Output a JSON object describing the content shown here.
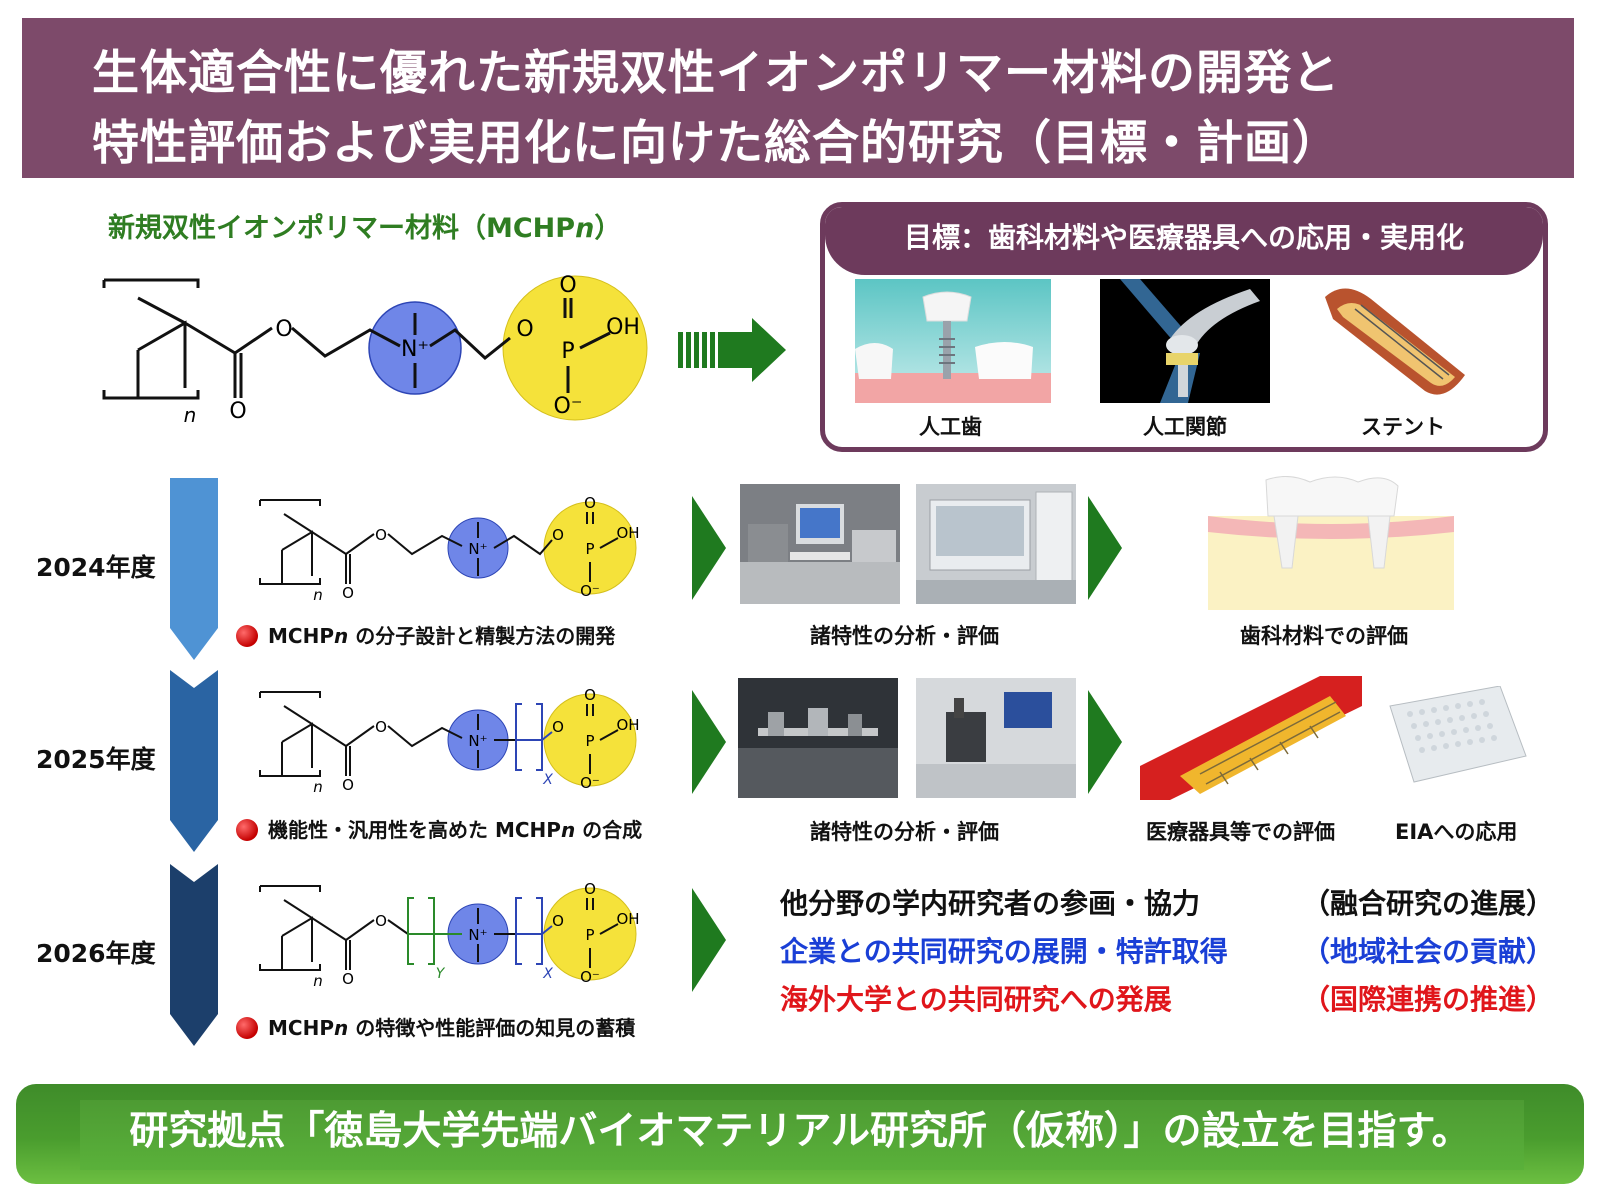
{
  "header": {
    "line1": "生体適合性に優れた新規双性イオンポリマー材料の開発と",
    "line2": "特性評価および実用化に向けた総合的研究（目標・計画）"
  },
  "material": {
    "title_prefix": "新規双性イオンポリマー材料（MCHP",
    "title_n": "n",
    "title_suffix": "）"
  },
  "structure_labels": {
    "n": "n",
    "o": "O",
    "nplus": "N⁺",
    "p": "P",
    "oh": "OH",
    "ominus": "O⁻",
    "x": "X",
    "y": "Y"
  },
  "goal": {
    "heading": "目標：歯科材料や医療器具への応用・実用化",
    "items": [
      {
        "label": "人工歯"
      },
      {
        "label": "人工関節"
      },
      {
        "label": "ステント"
      }
    ]
  },
  "years": [
    {
      "label": "2024年度",
      "note_prefix": "MCHP",
      "note_n": "n",
      "note_suffix": " の分子設計と精製方法の開発",
      "eval": "諸特性の分析・評価",
      "app": "歯科材料での評価"
    },
    {
      "label": "2025年度",
      "note_prefix": "機能性・汎用性を高めた MCHP",
      "note_n": "n",
      "note_suffix": " の合成",
      "eval": "諸特性の分析・評価",
      "app1": "医療器具等での評価",
      "app2": "EIAへの応用"
    },
    {
      "label": "2026年度",
      "note_prefix": "MCHP",
      "note_n": "n",
      "note_suffix": " の特徴や性能評価の知見の蓄積"
    }
  ],
  "statements": [
    {
      "left": "他分野の学内研究者の参画・協力",
      "right": "（融合研究の進展）",
      "color": "#111111"
    },
    {
      "left": "企業との共同研究の展開・特許取得",
      "right": "（地域社会の貢献）",
      "color": "#1a3fd6"
    },
    {
      "left": "海外大学との共同研究への発展",
      "right": "（国際連携の推進）",
      "color": "#e0161b"
    }
  ],
  "footer": {
    "text": "研究拠点「徳島大学先端バイオマテリアル研究所（仮称）」の設立を目指す。"
  },
  "colors": {
    "header": "#7d4a6a",
    "goal_border": "#6d3a5c",
    "green": "#2f7d22",
    "arrow_green": "#1f7a1f",
    "blue_circle": "#6f86e8",
    "yellow_circle": "#f5e23a",
    "year_arrow_1": "#4f93d4",
    "year_arrow_2": "#2a64a3",
    "year_arrow_3": "#1c3f6b"
  }
}
